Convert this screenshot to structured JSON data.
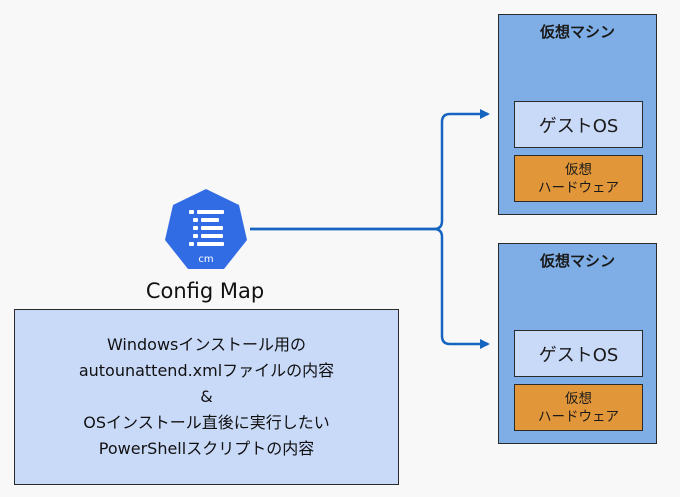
{
  "config_map": {
    "icon_text": "cm",
    "label": "Config Map"
  },
  "description": {
    "lines": [
      "Windowsインストール用の",
      "autounattend.xmlファイルの内容",
      "&",
      "OSインストール直後に実行したい",
      "PowerShellスクリプトの内容"
    ]
  },
  "vms": [
    {
      "title": "仮想マシン",
      "guest_os": "ゲストOS",
      "hardware": [
        "仮想",
        "ハードウェア"
      ]
    },
    {
      "title": "仮想マシン",
      "guest_os": "ゲストOS",
      "hardware": [
        "仮想",
        "ハードウェア"
      ]
    }
  ],
  "colors": {
    "background": "#f8f8f8",
    "config_map_icon": "#326ce5",
    "connector": "#1565c0",
    "description_fill": "#c9daf9",
    "vm_fill": "#7eaee5",
    "guest_os_fill": "#c9daf9",
    "hardware_fill": "#e1963a",
    "border": "#2a2a2a"
  }
}
